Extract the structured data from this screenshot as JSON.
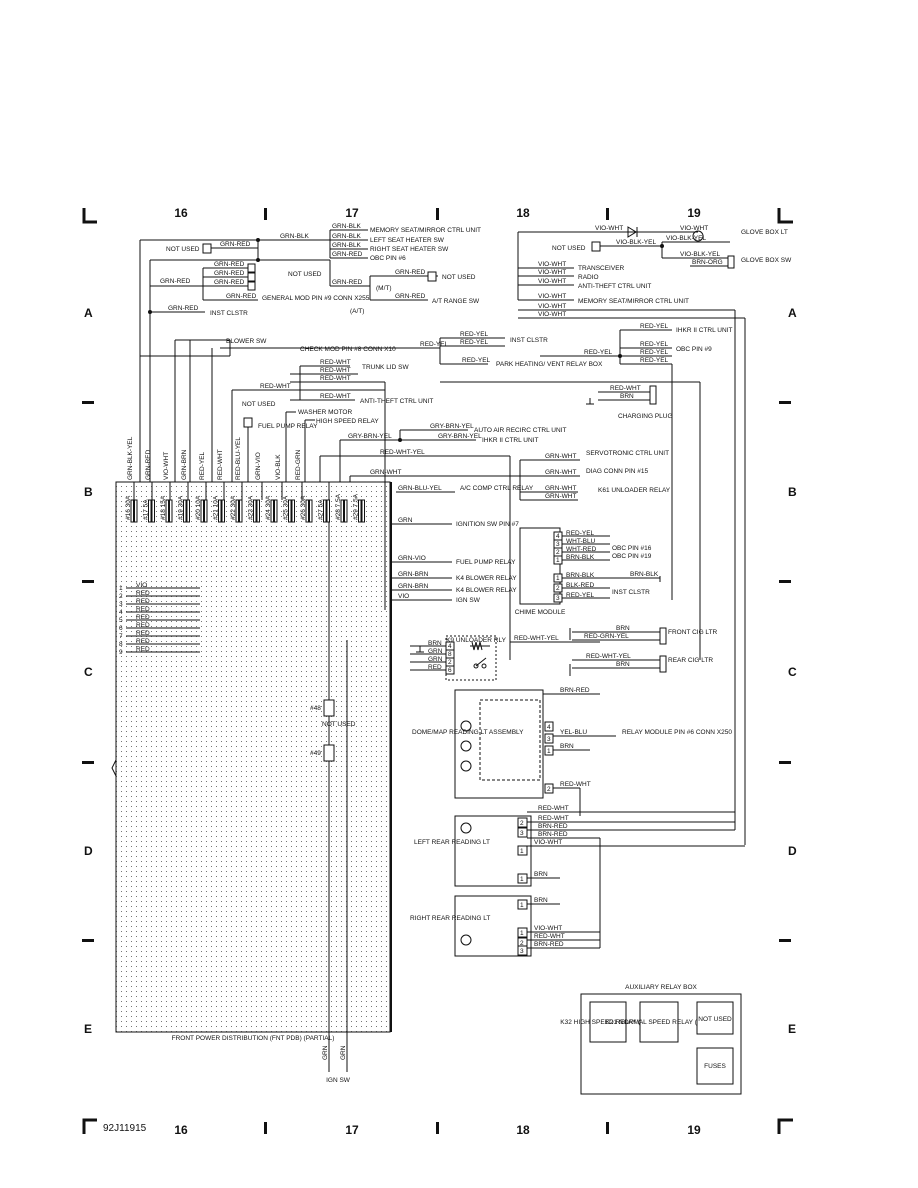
{
  "grid": {
    "columns": [
      "16",
      "17",
      "18",
      "19"
    ],
    "rows": [
      "A",
      "B",
      "C",
      "D",
      "E"
    ],
    "figure_id": "92J11915"
  },
  "top_connectors": {
    "grn_blk": "GRN-BLK",
    "grn_red": "GRN-RED",
    "not_used": "NOT USED",
    "memory_seat": "MEMORY SEAT/MIRROR CTRL UNIT",
    "left_seat_heater": "LEFT SEAT HEATER SW",
    "right_seat_heater": "RIGHT SEAT HEATER SW",
    "obc_pin6": "OBC PIN #6",
    "general_mod": "GENERAL MOD PIN #9 CONN X255",
    "inst_clstr": "INST CLSTR",
    "mt": "(M/T)",
    "at": "(A/T)",
    "at_range": "A/T RANGE SW"
  },
  "top_right": {
    "vio_wht": "VIO-WHT",
    "vio_blk_yel": "VIO-BLK-YEL",
    "brn_org": "BRN-ORG",
    "glove_box_lt": "GLOVE BOX LT",
    "glove_box_sw": "GLOVE BOX SW",
    "not_used": "NOT USED",
    "transceiver": "TRANSCEIVER",
    "radio": "RADIO",
    "anti_theft": "ANTI-THEFT CTRL UNIT",
    "memory_seat": "MEMORY SEAT/MIRROR CTRL UNIT"
  },
  "mid_labels": {
    "red_yel": "RED-YEL",
    "inst_clstr": "INST CLSTR",
    "check_mod": "CHECK MOD PIN #8 CONN X10",
    "park_heating": "PARK HEATING/ VENT RELAY BOX",
    "ihkr": "IHKR II CTRL UNIT",
    "obc_pin9": "OBC PIN #9",
    "blower_sw": "BLOWER SW",
    "red_wht": "RED-WHT",
    "trunk_lid": "TRUNK LID SW",
    "anti_theft": "ANTI-THEFT CTRL UNIT",
    "brn": "BRN",
    "charging_plug": "CHARGING PLUG",
    "not_used": "NOT USED",
    "fuel_pump_relay": "FUEL PUMP RELAY",
    "washer_motor": "WASHER MOTOR",
    "high_speed_relay": "HIGH SPEED RELAY",
    "gry_brn_yel": "GRY-BRN-YEL",
    "auto_air": "AUTO AIR RECIRC CTRL UNIT",
    "ihkr2": "IHKR II CTRL UNIT",
    "red_wht_yel": "RED-WHT-YEL",
    "grn_wht": "GRN-WHT",
    "servotronic": "SERVOTRONIC CTRL UNIT",
    "diag_conn": "DIAG CONN PIN #15",
    "k61": "K61 UNLOADER RELAY",
    "grn_blu_yel": "GRN-BLU-YEL",
    "ac_comp": "A/C COMP CTRL RELAY"
  },
  "vertical_wires": [
    "GRN-BLK-YEL",
    "GRN-RED",
    "VIO-WHT",
    "GRN-BRN",
    "RED-YEL",
    "RED-WHT",
    "RED-BLU-YEL",
    "GRN-VIO",
    "VIO-BLK",
    "RED-GRN"
  ],
  "fuses": [
    "#16 30A",
    "#17 5A",
    "#18 15A",
    "#19 30A",
    "#20 10A",
    "#21 10A",
    "#22 30A",
    "#23 30A",
    "#24 30A",
    "#25 30A",
    "#26 30A",
    "#27 5A",
    "#28 7.5A",
    "#29 7.5A"
  ],
  "pdb_outputs": [
    {
      "num": "",
      "wire": "GRN",
      "dest": "IGNITION SW PIN #7"
    },
    {
      "num": "",
      "wire": "GRN-VIO",
      "dest": "FUEL PUMP RELAY"
    },
    {
      "num": "",
      "wire": "GRN-BRN",
      "dest": "K4 BLOWER RELAY"
    },
    {
      "num": "",
      "wire": "GRN-BRN",
      "dest": "K4 BLOWER RELAY"
    },
    {
      "num": "",
      "wire": "VIO",
      "dest": "IGN SW"
    }
  ],
  "left_pins": [
    {
      "num": "1",
      "wire": "VIO"
    },
    {
      "num": "2",
      "wire": "RED"
    },
    {
      "num": "3",
      "wire": "RED"
    },
    {
      "num": "4",
      "wire": "RED"
    },
    {
      "num": "5",
      "wire": "RED"
    },
    {
      "num": "6",
      "wire": "RED"
    },
    {
      "num": "7",
      "wire": "RED"
    },
    {
      "num": "8",
      "wire": "RED"
    },
    {
      "num": "9",
      "wire": "RED"
    }
  ],
  "k9": {
    "title": "K9 UNLOADER RLY",
    "pins": [
      {
        "num": "4",
        "wire": "BRN"
      },
      {
        "num": "8",
        "wire": "GRN"
      },
      {
        "num": "2",
        "wire": "GRN"
      },
      {
        "num": "6",
        "wire": "RED"
      }
    ]
  },
  "pdb": {
    "title": "FRONT POWER DISTRIBUTION (FNT PDB) (PARTIAL)",
    "fuse48": "#48",
    "fuse49": "#49",
    "not_used": "NOT USED",
    "grn": "GRN",
    "ign_sw": "IGN SW"
  },
  "chime": {
    "title": "CHIME MODULE",
    "pins": [
      {
        "num": "4",
        "wire": "RED-YEL"
      },
      {
        "num": "3",
        "wire": "WHT-BLU"
      },
      {
        "num": "2",
        "wire": "WHT-RED"
      },
      {
        "num": "1",
        "wire": "BRN-BLK"
      },
      {
        "num": "1",
        "wire": "BRN-BLK"
      },
      {
        "num": "2",
        "wire": "BLK-RED"
      },
      {
        "num": "3",
        "wire": "RED-YEL"
      }
    ],
    "obc16": "OBC PIN #16",
    "obc19": "OBC PIN #19",
    "inst_clstr": "INST CLSTR",
    "brn_blk": "BRN-BLK"
  },
  "cig": {
    "brn": "BRN",
    "red_grn_yel": "RED-GRN-YEL",
    "red_wht_yel": "RED-WHT-YEL",
    "front": "FRONT CIG LTR",
    "rear": "REAR CIG LTR"
  },
  "dome": {
    "title": "DOME/MAP READING LT ASSEMBLY",
    "brn_red": "BRN-RED",
    "yel_blu": "YEL-BLU",
    "brn": "BRN",
    "red_wht": "RED-WHT",
    "relay_module": "RELAY MODULE PIN #6 CONN X250",
    "pins": [
      "4",
      "3",
      "1",
      "2"
    ]
  },
  "left_rear": {
    "title": "LEFT REAR READING LT",
    "wires": [
      "RED-WHT",
      "RED-WHT",
      "BRN-RED",
      "BRN-RED",
      "VIO-WHT",
      "BRN"
    ],
    "pins": [
      "2",
      "3",
      "1",
      "1"
    ]
  },
  "right_rear": {
    "title": "RIGHT REAR READING LT",
    "wires": [
      "BRN",
      "VIO-WHT",
      "RED-WHT",
      "BRN-RED"
    ],
    "pins": [
      "1",
      "1",
      "2",
      "3"
    ]
  },
  "aux_box": {
    "title": "AUXILIARY RELAY BOX",
    "k32": "K32 HIGH SPEED RELAY (E 24)",
    "k21": "K21 NORMAL SPEED RELAY (E 24)",
    "not_used": "NOT USED",
    "fuses": "FUSES"
  }
}
